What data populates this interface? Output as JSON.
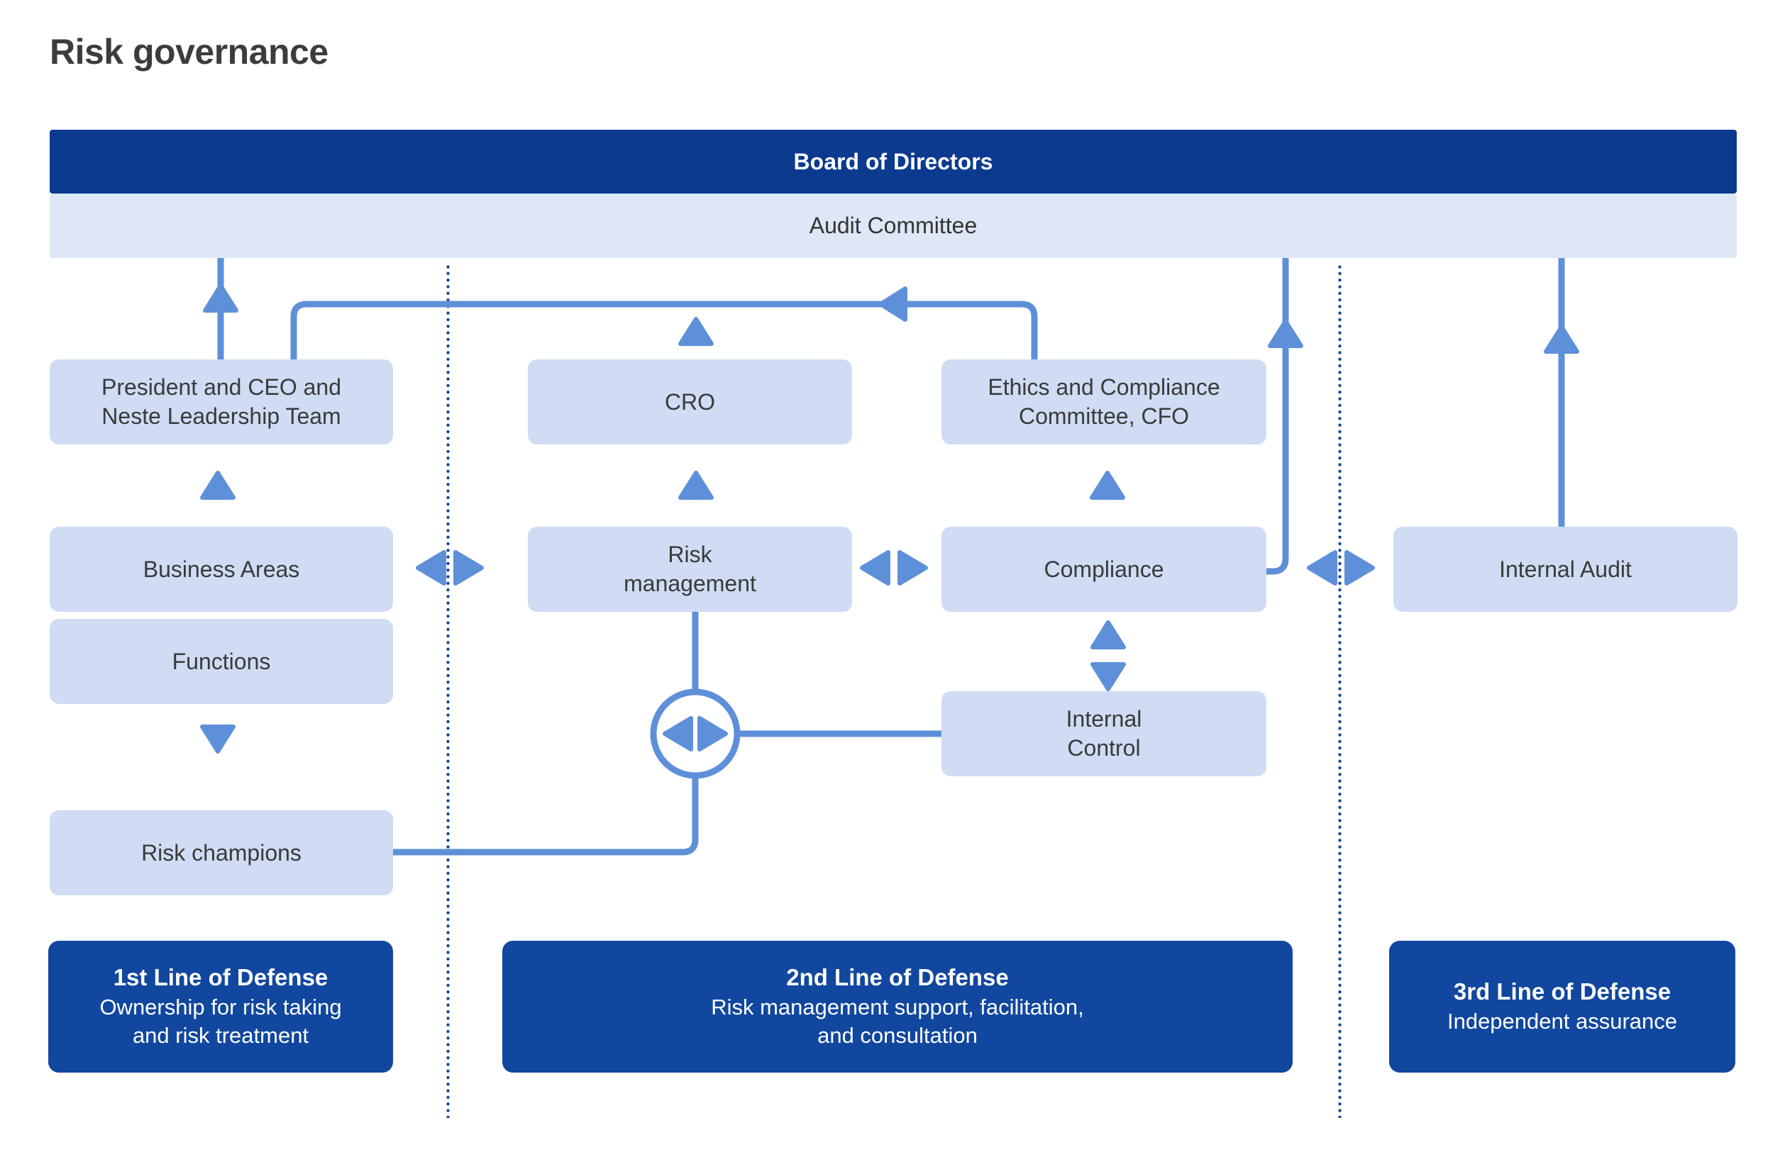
{
  "title": "Risk governance",
  "colors": {
    "board_bar": "#0b3a8f",
    "audit_bar": "#dde7f5",
    "node_fill": "#cfdcf3",
    "defense_fill": "#11479e",
    "connector": "#5e90d9",
    "dotted_divider": "#17459a",
    "text_dark": "#3a3a3a",
    "text_white": "#ffffff"
  },
  "header": {
    "board": "Board of Directors",
    "audit": "Audit Committee"
  },
  "nodes": {
    "ceo": "President and CEO and\nNeste Leadership Team",
    "cro": "CRO",
    "ethics": "Ethics and Compliance\nCommittee, CFO",
    "business_areas": "Business Areas",
    "risk_management": "Risk\nmanagement",
    "compliance": "Compliance",
    "internal_audit": "Internal Audit",
    "functions": "Functions",
    "internal_control": "Internal\nControl",
    "risk_champions": "Risk champions"
  },
  "lines_of_defense": [
    {
      "title": "1st Line of Defense",
      "description": "Ownership for risk taking\nand risk treatment"
    },
    {
      "title": "2nd Line of Defense",
      "description": "Risk management support, facilitation,\nand consultation"
    },
    {
      "title": "3rd Line of Defense",
      "description": "Independent assurance"
    }
  ]
}
